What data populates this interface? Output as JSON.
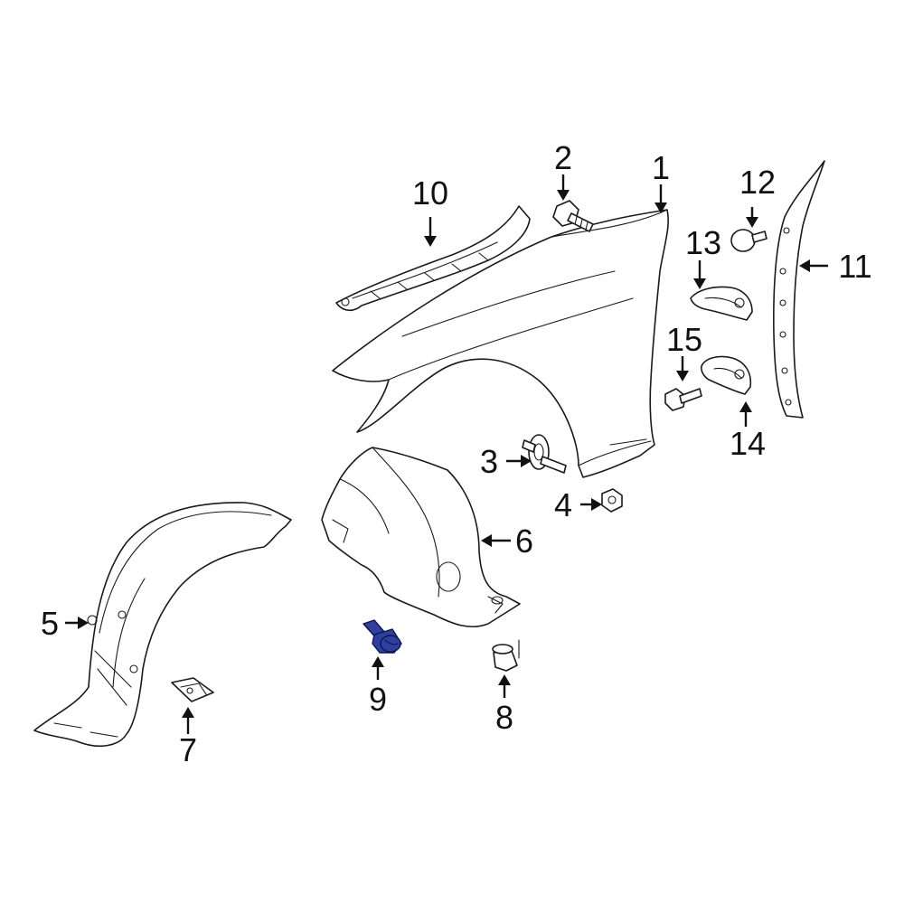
{
  "diagram": {
    "highlight_color": "#2f3f9e",
    "line_color": "#1a1a1a",
    "background": "#ffffff",
    "callouts": [
      {
        "id": "1",
        "label": "1"
      },
      {
        "id": "2",
        "label": "2"
      },
      {
        "id": "3",
        "label": "3"
      },
      {
        "id": "4",
        "label": "4"
      },
      {
        "id": "5",
        "label": "5"
      },
      {
        "id": "6",
        "label": "6"
      },
      {
        "id": "7",
        "label": "7"
      },
      {
        "id": "8",
        "label": "8"
      },
      {
        "id": "9",
        "label": "9",
        "highlighted": true
      },
      {
        "id": "10",
        "label": "10"
      },
      {
        "id": "11",
        "label": "11"
      },
      {
        "id": "12",
        "label": "12"
      },
      {
        "id": "13",
        "label": "13"
      },
      {
        "id": "14",
        "label": "14"
      },
      {
        "id": "15",
        "label": "15"
      }
    ]
  }
}
